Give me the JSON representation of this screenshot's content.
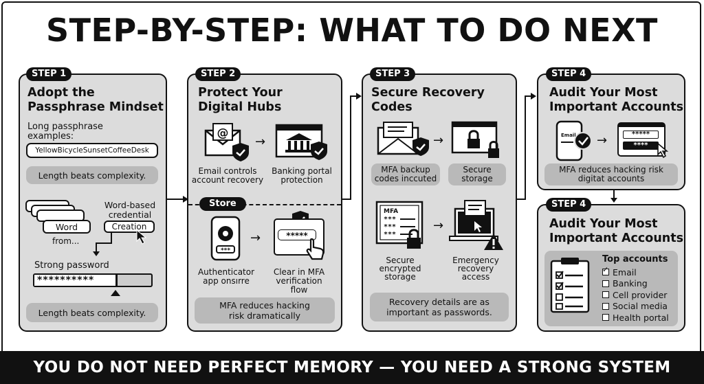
{
  "title": "STEP-BY-STEP: WHAT TO DO NEXT",
  "footer": "YOU DO NOT NEED PERFECT MEMORY — YOU NEED A STRONG SYSTEM",
  "step1": {
    "tag": "STEP 1",
    "heading1": "Adopt the",
    "heading2": "Passphrase Mindset",
    "label1": "Long passphrase",
    "label2": "examples:",
    "example": "YellowBicycleSunsetCoffeeDesk",
    "pill_top": "Length beats complexity.",
    "word_card": "Word",
    "from": "from...",
    "wb1": "Word-based",
    "wb2": "credential",
    "creation": "Creation",
    "strong_label": "Strong password",
    "password": "**********",
    "pill_bottom": "Length beats complexity."
  },
  "step2": {
    "tag": "STEP 2",
    "heading1": "Protect Your",
    "heading2": "Digital Hubs",
    "email1": "Email controls",
    "email2": "account recovery",
    "bank1": "Banking portal",
    "bank2": "protection",
    "store_tag": "Store",
    "auth1": "Authenticator",
    "auth2": "app onsırre",
    "clear1": "Clear in MFA",
    "clear2": "verification",
    "clear3": "flow",
    "field": "*****",
    "pill1": "MFA reduces hacking",
    "pill2": "risk dramatically"
  },
  "step3": {
    "tag": "STEP 3",
    "heading1": "Secure Recovery",
    "heading2": "Codes",
    "p1a": "MFA backup",
    "p1b": "codes inccuted",
    "p2a": "Secure",
    "p2b": "storage",
    "doc_label": "MFA",
    "se1": "Secure",
    "se2": "encrypted",
    "se3": "storage",
    "em1": "Emergency",
    "em2": "recovery",
    "em3": "access",
    "pill1": "Recovery details are as",
    "pill2": "important as passwords."
  },
  "step4a": {
    "tag": "STEP 4",
    "heading1": "Audit Your Most",
    "heading2": "Important Accounts",
    "phone_label": "Email.",
    "field1": "*****",
    "field2": "****",
    "pill1": "MFA reduces hacking risk",
    "pill2": "digitat accounts"
  },
  "step4b": {
    "tag": "STEP 4",
    "heading1": "Audit Your Most",
    "heading2": "Important Accounts",
    "list_title": "Top accounts",
    "items": [
      {
        "label": "Email",
        "checked": true
      },
      {
        "label": "Banking",
        "checked": false
      },
      {
        "label": "Cell provider",
        "checked": false
      },
      {
        "label": "Social media",
        "checked": false
      },
      {
        "label": "Health portal",
        "checked": false
      }
    ]
  }
}
